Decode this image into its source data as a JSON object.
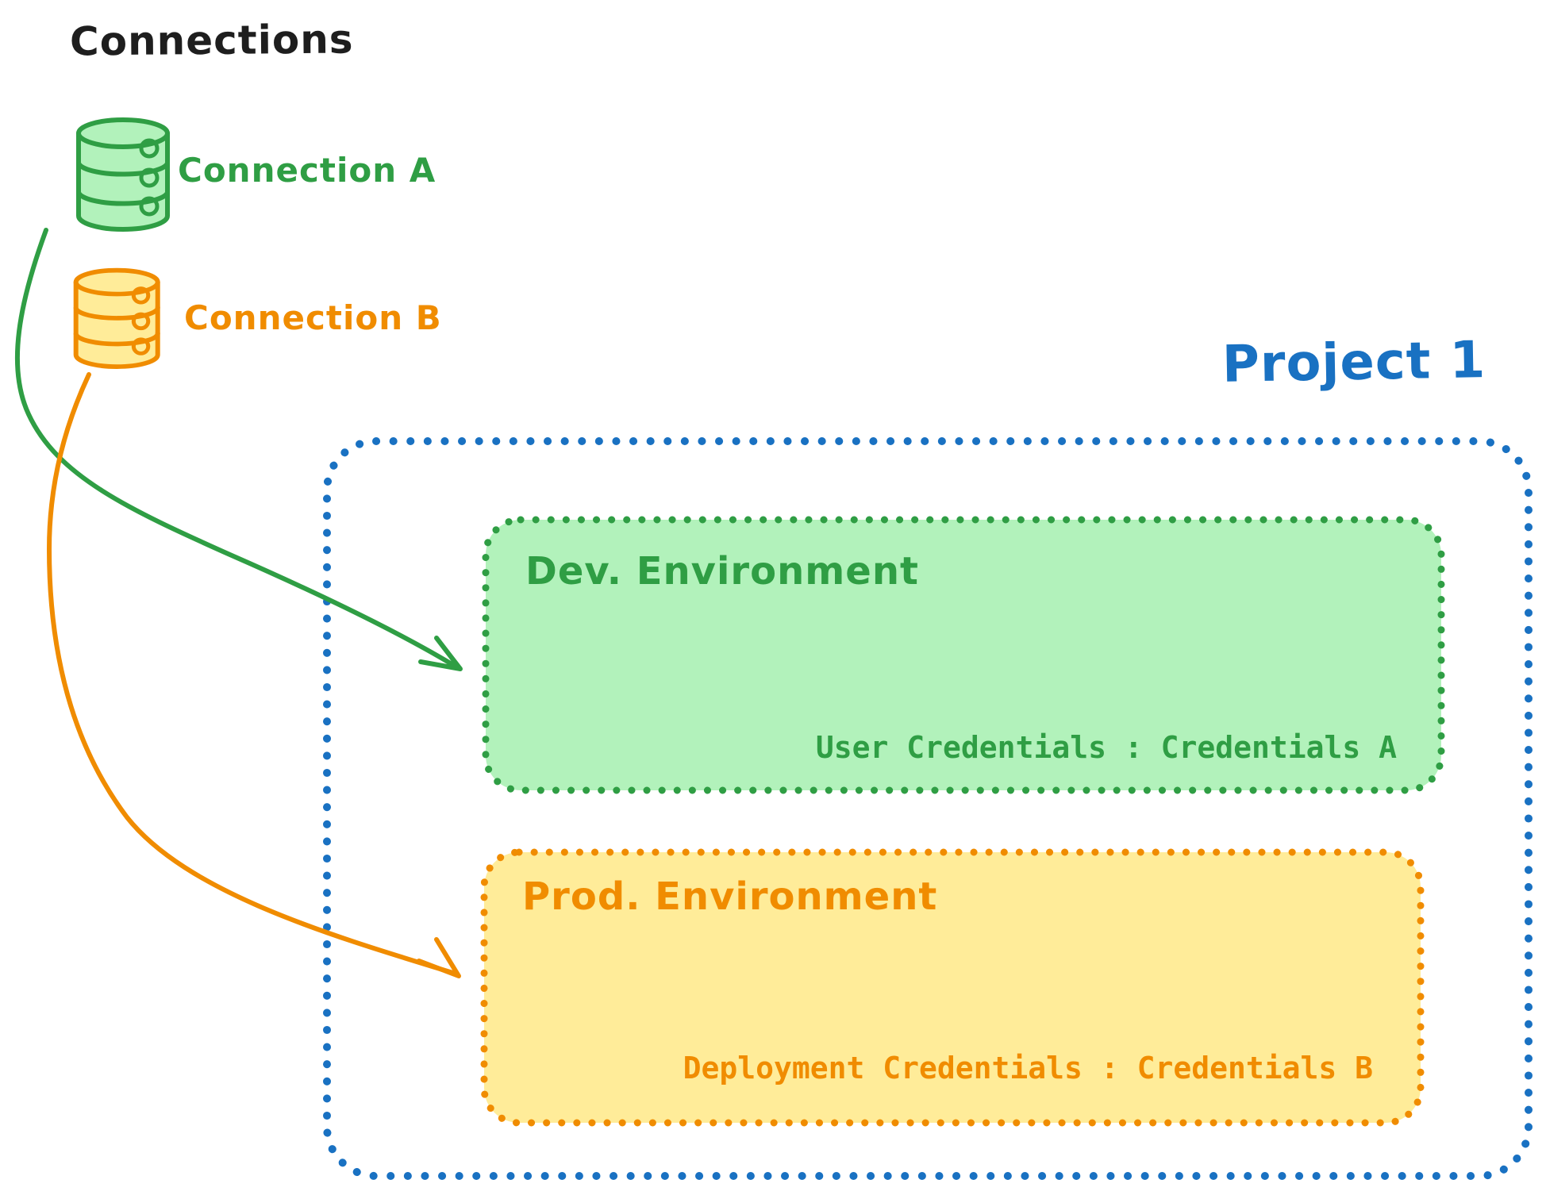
{
  "diagram": {
    "title": "Connections",
    "connections": [
      {
        "id": "connection-a",
        "label": "Connection A",
        "stroke": "#2f9e44",
        "fill": "#b2f2bb"
      },
      {
        "id": "connection-b",
        "label": "Connection B",
        "stroke": "#f08c00",
        "fill": "#ffec99"
      }
    ],
    "project": {
      "label": "Project 1",
      "stroke": "#1971c2",
      "environments": [
        {
          "id": "dev-environment",
          "title": "Dev. Environment",
          "credentials": "User Credentials : Credentials A",
          "stroke": "#2f9e44",
          "fill": "#b2f2bb"
        },
        {
          "id": "prod-environment",
          "title": "Prod. Environment",
          "credentials": "Deployment Credentials : Credentials B",
          "stroke": "#f08c00",
          "fill": "#ffec99"
        }
      ]
    },
    "arrows": [
      {
        "from": "connection-a",
        "to": "dev-environment",
        "color": "#2f9e44"
      },
      {
        "from": "connection-b",
        "to": "prod-environment",
        "color": "#f08c00"
      }
    ],
    "colors": {
      "text_dark": "#1e1e1e",
      "green": "#2f9e44",
      "green_fill": "#b2f2bb",
      "orange": "#f08c00",
      "orange_fill": "#ffec99",
      "blue": "#1971c2",
      "background": "#ffffff"
    }
  }
}
